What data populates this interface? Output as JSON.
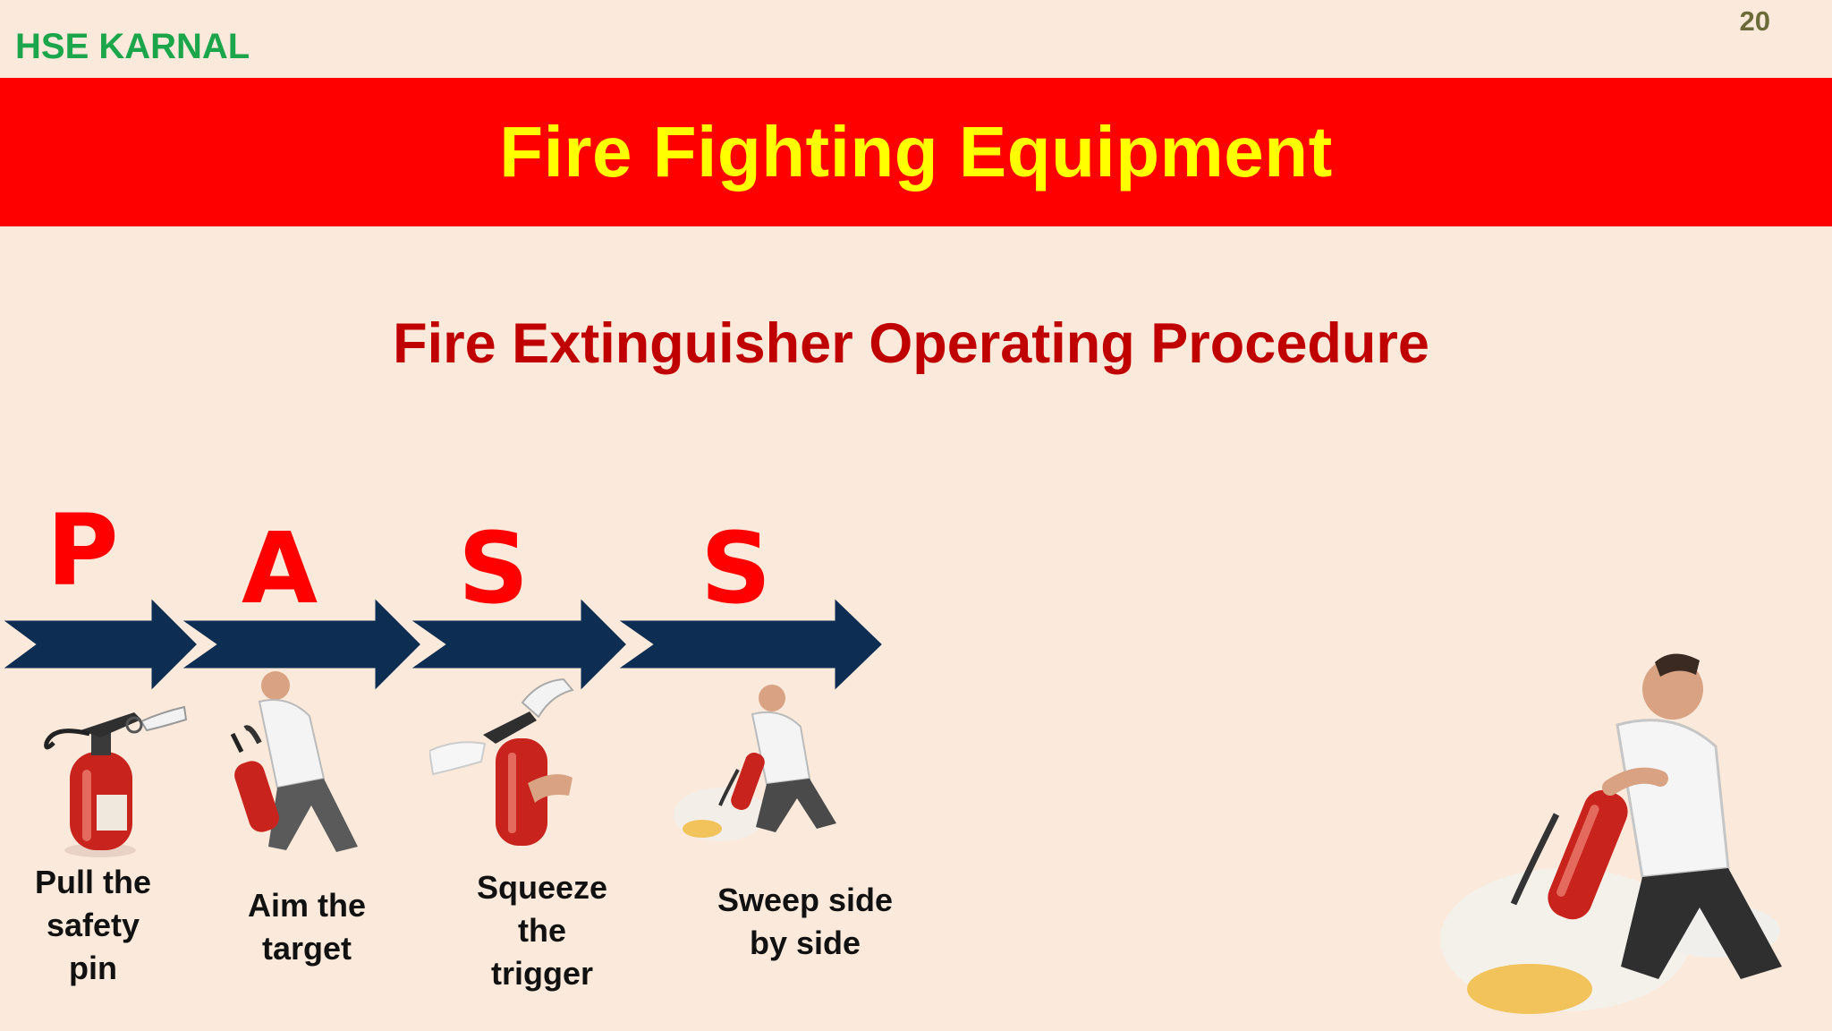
{
  "header": {
    "org": "HSE KARNAL",
    "page_number": "20"
  },
  "banner": {
    "title": "Fire Fighting Equipment"
  },
  "subtitle": "Fire Extinguisher Operating Procedure",
  "steps": [
    {
      "letter": "P",
      "label_lines": [
        "Pull the",
        "safety",
        "pin"
      ]
    },
    {
      "letter": "A",
      "label_lines": [
        "Aim the",
        "target"
      ]
    },
    {
      "letter": "S",
      "label_lines": [
        "Squeeze",
        "the",
        "trigger"
      ]
    },
    {
      "letter": "S",
      "label_lines": [
        "Sweep side",
        "by side"
      ]
    }
  ],
  "colors": {
    "background": "#fbeadb",
    "banner": "#fe0000",
    "banner_text": "#ffff00",
    "subtitle": "#c00000",
    "org": "#1ba64b",
    "arrow": "#0d2d52",
    "letters": "#fe0000"
  },
  "illustrations": [
    "extinguisher-pin-icon",
    "man-aiming-extinguisher-icon",
    "hand-squeezing-trigger-icon",
    "man-sweeping-extinguisher-icon",
    "man-sweeping-extinguisher-large-icon"
  ]
}
